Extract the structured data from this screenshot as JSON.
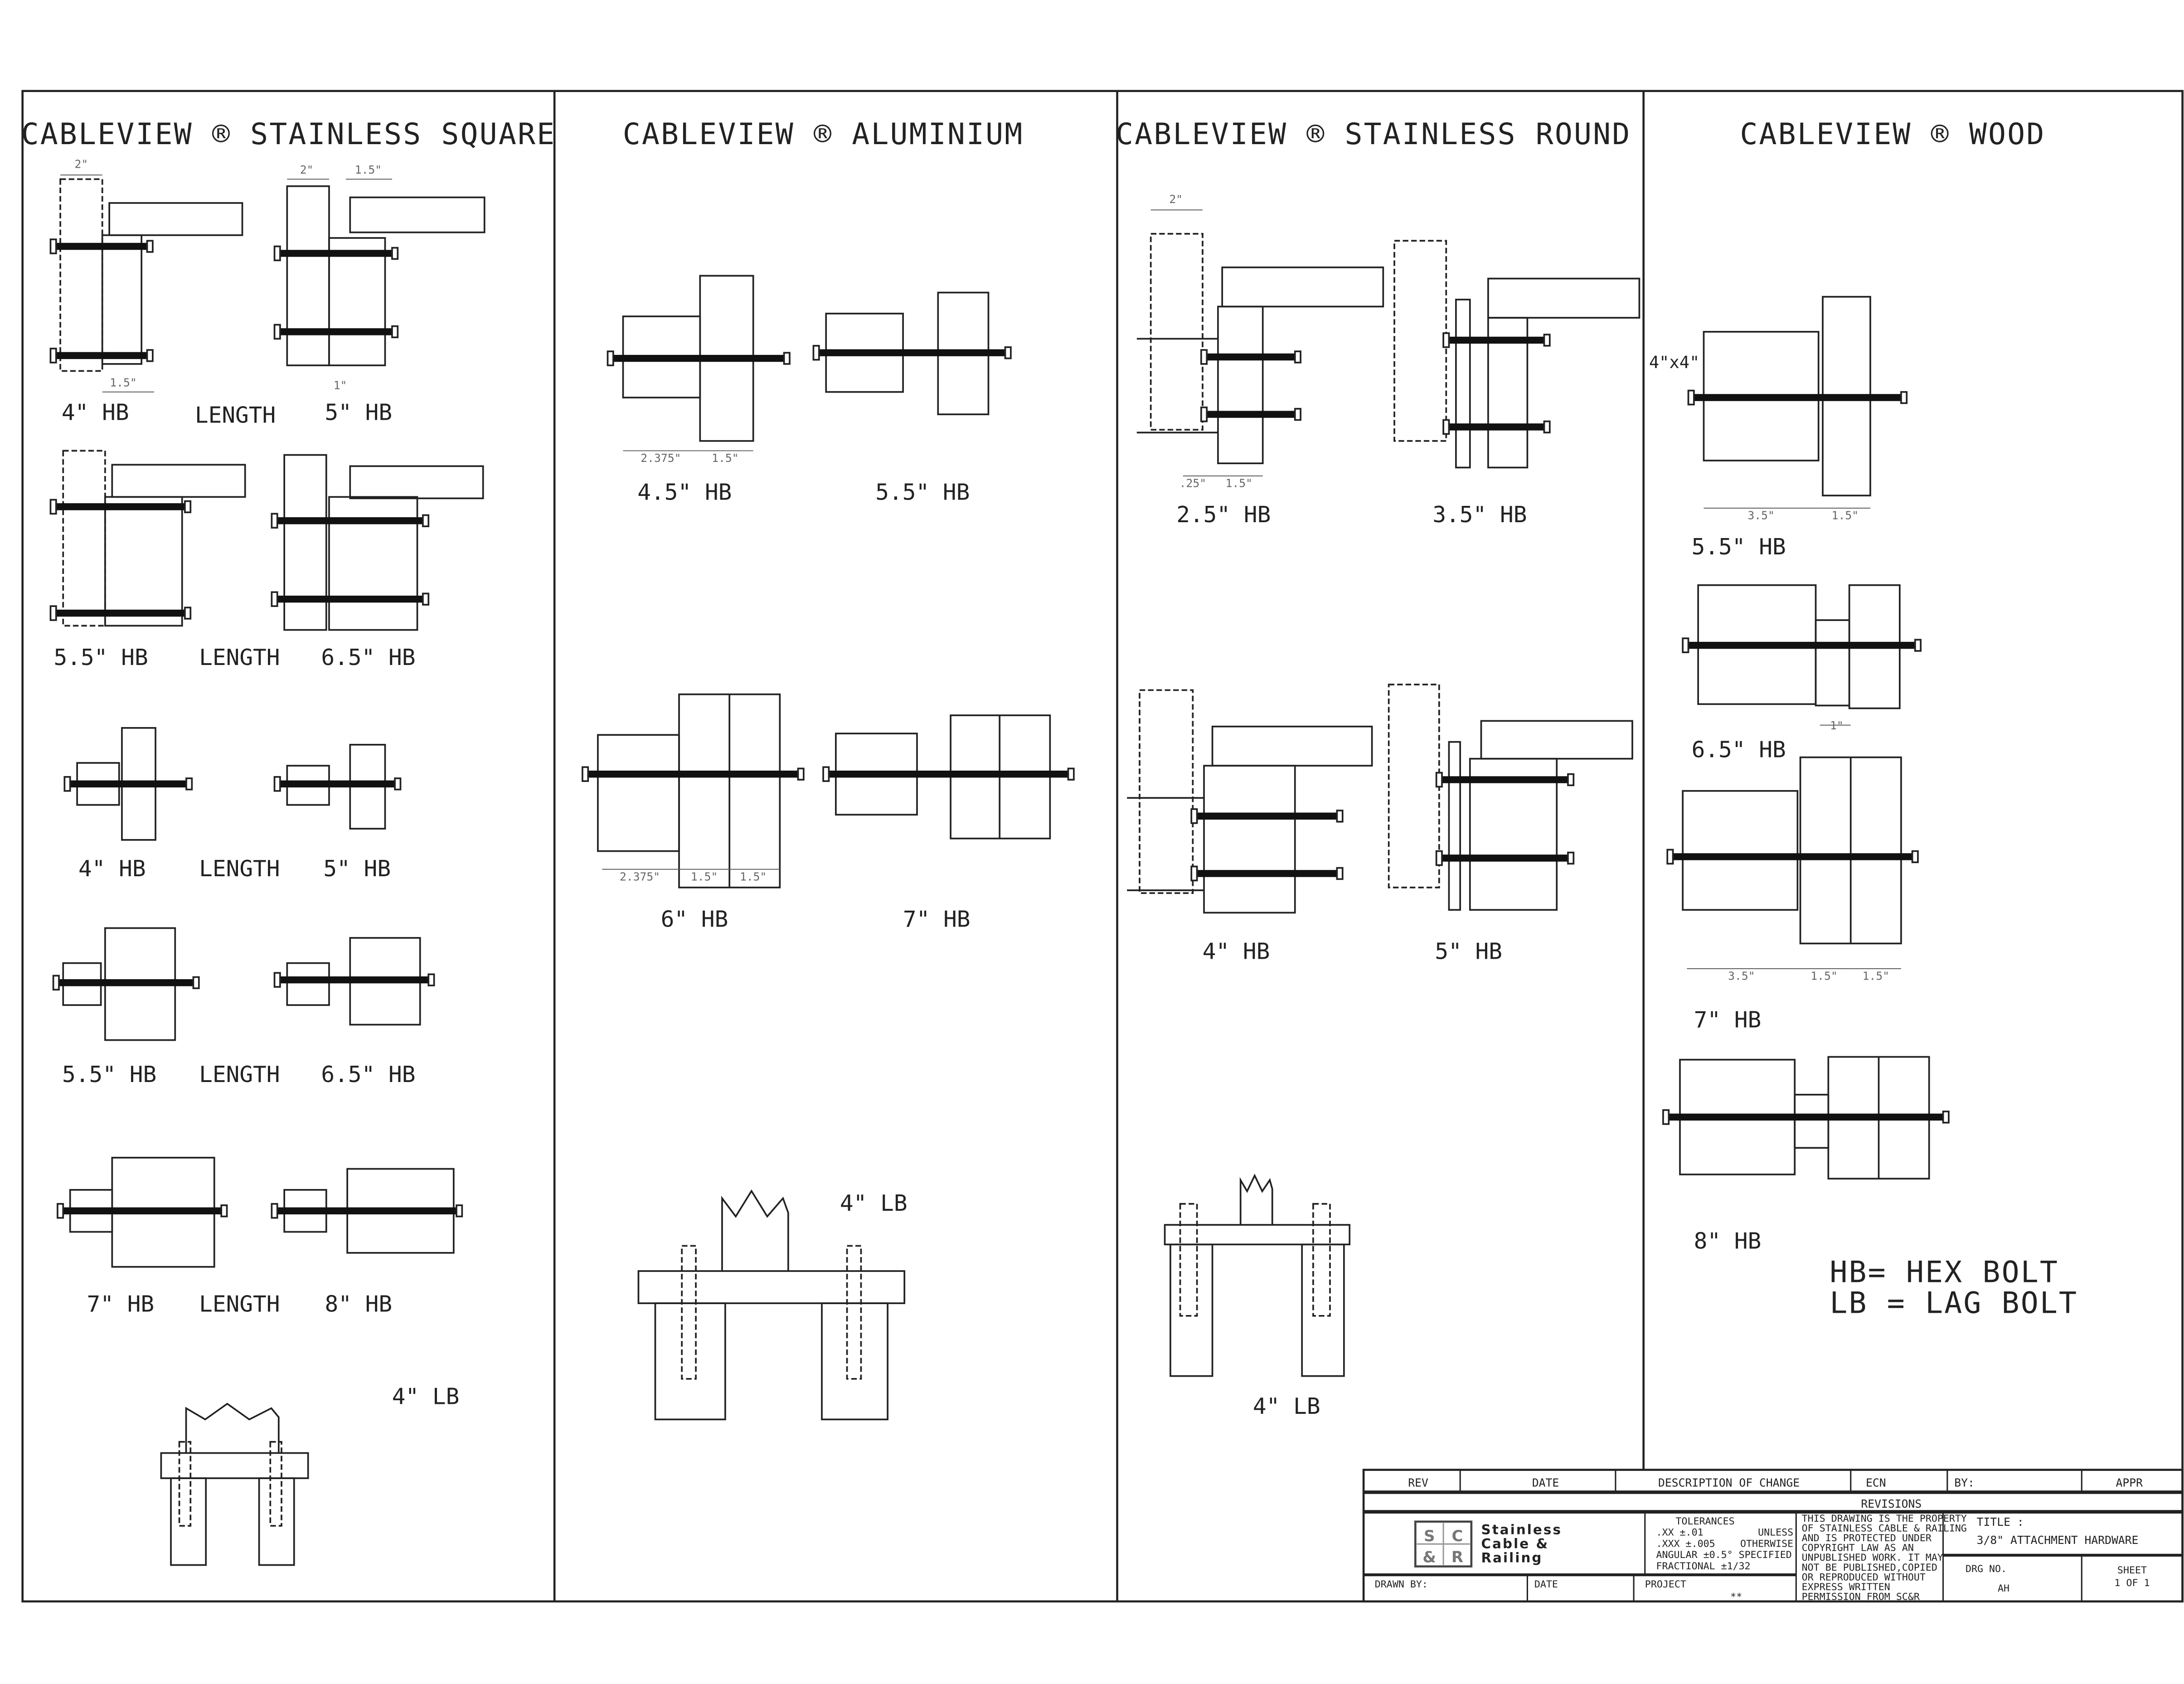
{
  "panels": [
    {
      "title": "CABLEVIEW ® STAINLESS SQUARE"
    },
    {
      "title": "CABLEVIEW ® ALUMINIUM"
    },
    {
      "title": "CABLEVIEW ® STAINLESS ROUND"
    },
    {
      "title": "CABLEVIEW ® WOOD"
    }
  ],
  "square": {
    "labels": [
      "4\" HB",
      "LENGTH",
      "5\" HB",
      "5.5\" HB",
      "LENGTH",
      "6.5\" HB",
      "4\" HB",
      "LENGTH",
      "5\" HB",
      "5.5\" HB",
      "LENGTH",
      "6.5\" HB",
      "7\" HB",
      "LENGTH",
      "8\" HB",
      "4\" LB"
    ],
    "dims": [
      "2\"",
      "2\"",
      "1.5\"",
      "1.5\"",
      "1\""
    ]
  },
  "aluminium": {
    "labels": [
      "4.5\" HB",
      "5.5\" HB",
      "6\" HB",
      "7\" HB",
      "4\" LB"
    ],
    "dims": [
      "2.375\"",
      "1.5\"",
      "2.375\"",
      "1.5\"",
      "1.5\""
    ]
  },
  "round": {
    "labels": [
      "2.5\" HB",
      "3.5\" HB",
      "4\" HB",
      "5\" HB",
      "4\" LB"
    ],
    "dims": [
      "2\"",
      ".25\"",
      "1.5\""
    ]
  },
  "wood": {
    "labels": [
      "5.5\" HB",
      "6.5\" HB",
      "7\" HB",
      "8\" HB"
    ],
    "dims": [
      "4\"x4\"",
      "3.5\"",
      "1.5\"",
      "1\"",
      "3.5\"",
      "1.5\"",
      "1.5\""
    ],
    "legend": [
      "HB= HEX BOLT",
      "LB = LAG BOLT"
    ]
  },
  "title_block": {
    "rev_headers": [
      "REV",
      "DATE",
      "DESCRIPTION OF CHANGE",
      "ECN",
      "BY:",
      "APPR"
    ],
    "revisions": "REVISIONS",
    "logo_letters": [
      "S",
      "C",
      "&",
      "R"
    ],
    "company": [
      "Stainless",
      "Cable &",
      "Railing"
    ],
    "tolerances": {
      "heading": "TOLERANCES",
      "lines": [
        ".XX ±.01",
        ".XXX ±.005",
        "ANGULAR  ±0.5° SPECIFIED",
        "FRACTIONAL  ±1/32"
      ],
      "unless": "UNLESS",
      "otherwise": "OTHERWISE"
    },
    "copyright": [
      "THIS DRAWING IS THE PROPERTY",
      "OF STAINLESS CABLE & RAILING",
      "AND IS PROTECTED UNDER",
      "COPYRIGHT LAW AS AN",
      "UNPUBLISHED WORK. IT MAY",
      "NOT BE PUBLISHED,COPIED",
      "OR REPRODUCED WITHOUT",
      "EXPRESS WRITTEN",
      "PERMISSION FROM SC&R"
    ],
    "title_label": "TITLE :",
    "title": "3/8\" ATTACHMENT HARDWARE",
    "drawn_by": "DRAWN BY:",
    "date": "DATE",
    "project": "PROJECT",
    "project_value": "**",
    "drg_no_label": "DRG NO.",
    "drg_no": "AH",
    "sheet_label": "SHEET",
    "sheet": "1 OF 1"
  }
}
